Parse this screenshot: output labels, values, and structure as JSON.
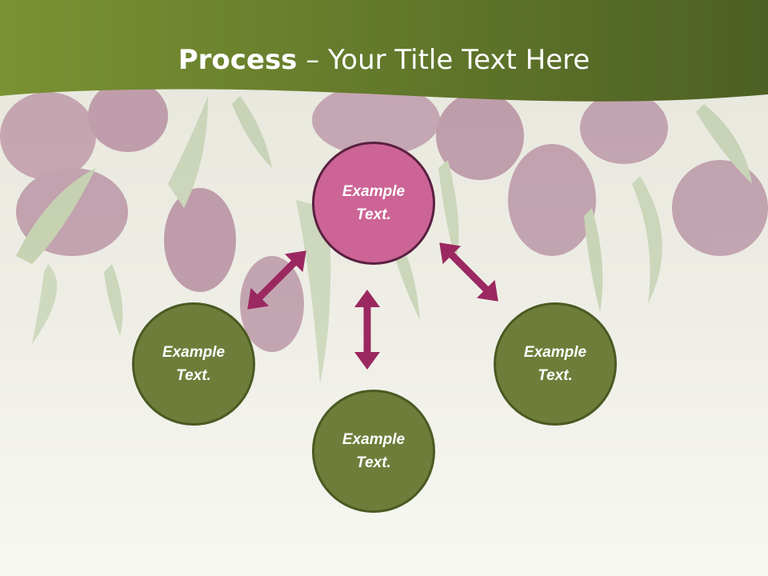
{
  "title": {
    "bold": "Process",
    "rest": " – Your Title Text Here"
  },
  "nodes": {
    "center": "Example Text.",
    "left": "Example Text.",
    "bottom": "Example Text.",
    "right": "Example Text."
  },
  "colors": {
    "header_green": "#6a7f34",
    "node_green": "#6f7d3a",
    "node_pink": "#cc6495",
    "arrow": "#9b2860"
  }
}
